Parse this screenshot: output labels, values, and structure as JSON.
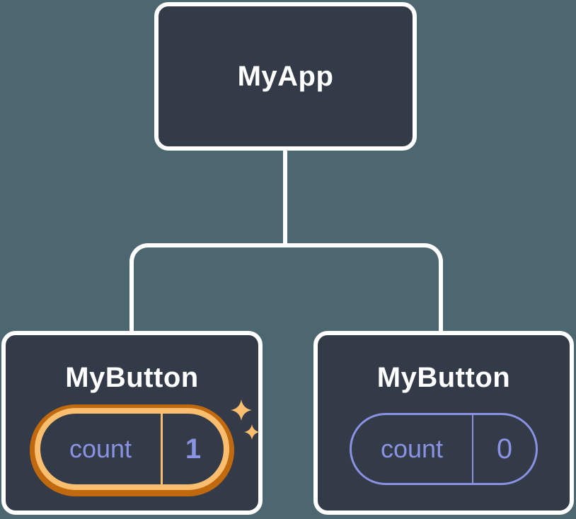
{
  "colors": {
    "background": "#4C6770",
    "node_fill": "#343B48",
    "node_border": "#FFFFFF",
    "connector": "#FFFFFF",
    "title_text": "#FFFFFF",
    "state_accent": "#8A92E3",
    "highlight_gold": "#FBBE6F",
    "highlight_orange": "#C1690F"
  },
  "icons": {
    "sparkles": "two gold four-point sparkle stars marking updated state"
  },
  "tree": {
    "root": {
      "label": "MyApp"
    },
    "children": [
      {
        "label": "MyButton",
        "highlighted": true,
        "state": {
          "key": "count",
          "value": "1"
        }
      },
      {
        "label": "MyButton",
        "highlighted": false,
        "state": {
          "key": "count",
          "value": "0"
        }
      }
    ]
  }
}
